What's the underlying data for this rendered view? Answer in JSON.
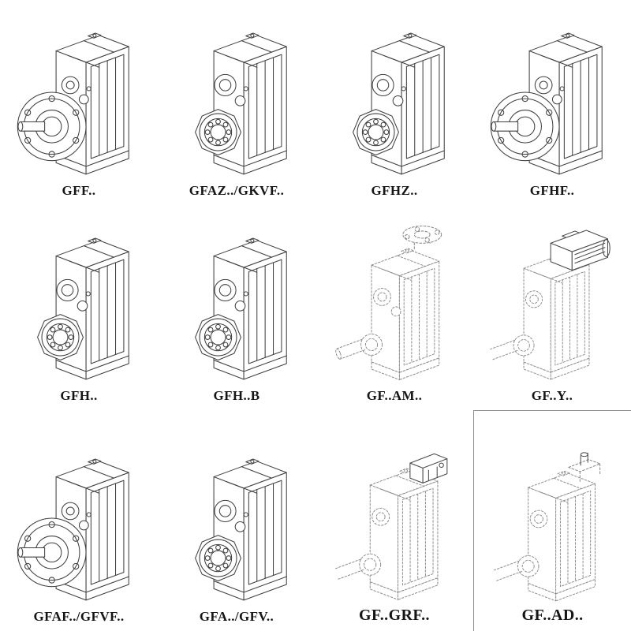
{
  "page": {
    "background": "#ffffff",
    "stroke_color": "#3f3f3f",
    "phantom_stroke_color": "#8a8a8a",
    "description_icons": {
      "gearbox-flange-drawing": "helical gearbox with output flange and solid shaft",
      "gearbox-bores-drawing": "helical gearbox with hollow shaft bearing bores",
      "gearbox-shaft-mounted-drawing": "phantom gearbox with top mounting flange",
      "gearbox-motor-drawing": "phantom gearbox with attached motor",
      "gearbox-adapter-drawing": "phantom gearbox with input adapter",
      "gearbox-input-shaft-drawing": "phantom gearbox with free input shaft"
    }
  },
  "cells": [
    {
      "label": "GFF..",
      "variant": "flange",
      "line_style": "solid"
    },
    {
      "label": "GFAZ../GKVF..",
      "variant": "bores",
      "line_style": "solid"
    },
    {
      "label": "GFHZ..",
      "variant": "bores",
      "line_style": "solid"
    },
    {
      "label": "GFHF..",
      "variant": "flange",
      "line_style": "solid"
    },
    {
      "label": "GFH..",
      "variant": "bores",
      "line_style": "solid"
    },
    {
      "label": "GFH..B",
      "variant": "bores",
      "line_style": "solid"
    },
    {
      "label": "GF..AM..",
      "variant": "am",
      "line_style": "dashed"
    },
    {
      "label": "GF..Y..",
      "variant": "y",
      "line_style": "dashed"
    },
    {
      "label": "GFAF../GFVF..",
      "variant": "flange",
      "line_style": "solid"
    },
    {
      "label": "GFA../GFV..",
      "variant": "bores",
      "line_style": "solid"
    },
    {
      "label": "GF..GRF..",
      "variant": "adapter",
      "line_style": "dashed"
    },
    {
      "label": "GF..AD..",
      "variant": "ad",
      "line_style": "dashed"
    }
  ]
}
